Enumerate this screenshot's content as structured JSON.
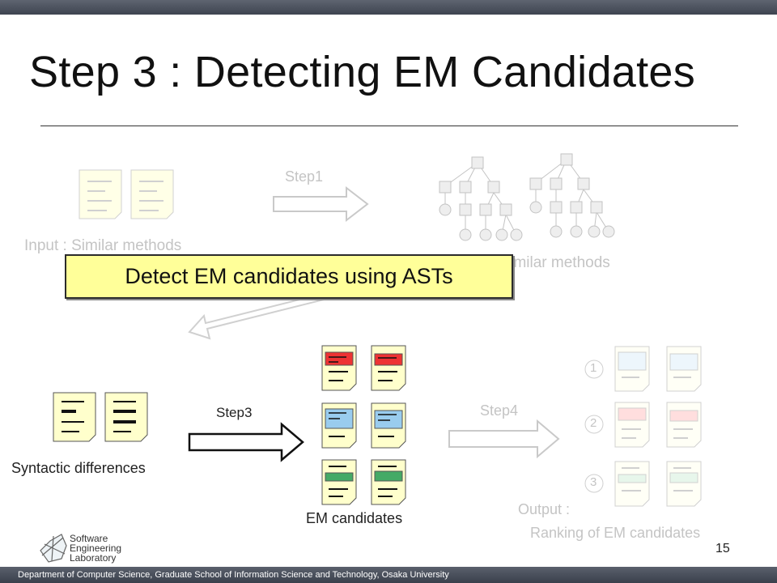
{
  "slide": {
    "title": "Step 3 : Detecting EM Candidates",
    "page_number": "15",
    "footer": "Department of Computer Science, Graduate School of Information Science and Technology, Osaka University",
    "logo": {
      "line1": "Software",
      "line2": "Engineering",
      "line3": "Laboratory"
    }
  },
  "diagram": {
    "input_label": "Input : Similar methods",
    "step1_label": "Step1",
    "ast_label": "ASTs of similar methods",
    "callout": "Detect EM candidates using ASTs",
    "syntactic_label": "Syntactic differences",
    "step3_label": "Step3",
    "em_candidates_label": "EM candidates",
    "step4_label": "Step4",
    "output_label_line1": "Output :",
    "output_label_line2": "Ranking of  EM candidates",
    "ranks": [
      "1",
      "2",
      "3"
    ]
  },
  "colors": {
    "doc_fill": "#ffffcc",
    "red": "#ee3333",
    "blue": "#99ccee",
    "green": "#44aa66",
    "faded_red": "#ffc4c4",
    "faded_blue": "#dff0fa",
    "faded_green": "#d4f0dc"
  }
}
